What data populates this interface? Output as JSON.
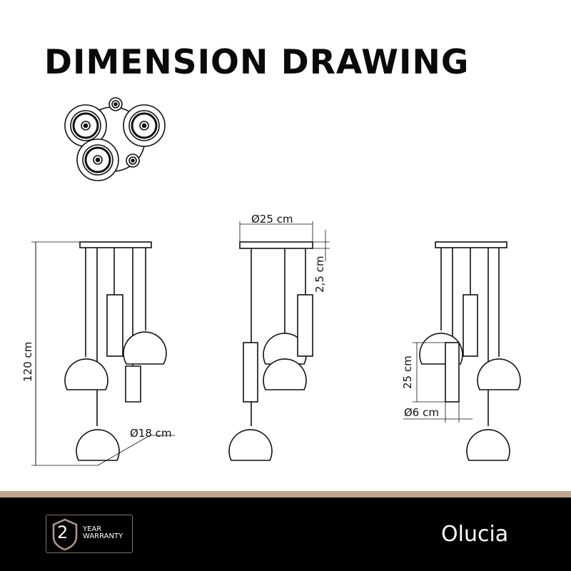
{
  "title": "DIMENSION DRAWING",
  "dimensions": {
    "canopy_diameter": "Ø25 cm",
    "canopy_height": "2,5 cm",
    "total_height": "120 cm",
    "ball_diameter": "Ø18 cm",
    "cylinder_height": "25 cm",
    "cylinder_diameter": "Ø6 cm"
  },
  "footer": {
    "warranty_number": "2",
    "warranty_line1": "YEAR",
    "warranty_line2": "WARRANTY",
    "brand": "Olucia"
  },
  "colors": {
    "accent_band": "#c0a58c",
    "footer_bg": "#000000"
  }
}
